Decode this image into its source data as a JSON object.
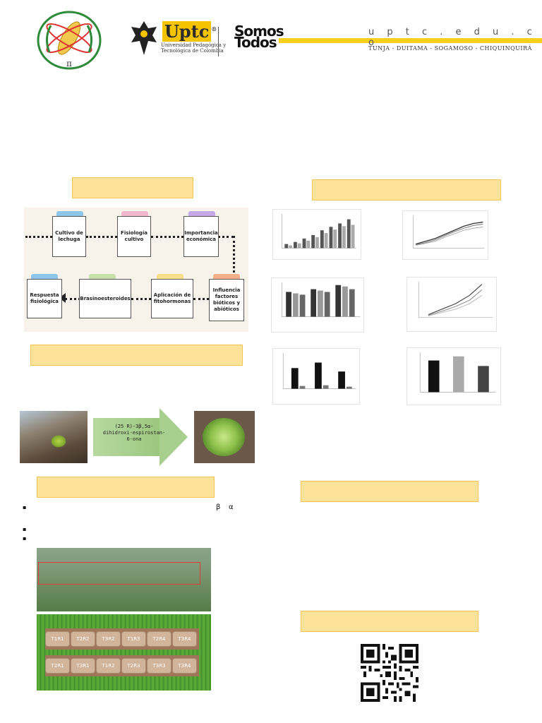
{
  "header": {
    "uptc_name": "Uptc",
    "uptc_registered": "®",
    "uptc_subtitle_line1": "Universidad Pedagógica y",
    "uptc_subtitle_line2": "Tecnológica de Colombia",
    "somos_line1": "Somos",
    "somos_line2": "Todos",
    "website": "u p t c . e d u . c o",
    "cities": "TUNJA - DUITAMA - SOGAMOSO - CHIQUINQUIRÁ"
  },
  "flow": {
    "cards": [
      {
        "label": "Cultivo de lechuga",
        "tab_color": "#8ec6ea"
      },
      {
        "label": "Fisiología cultivo",
        "tab_color": "#f2b6cd"
      },
      {
        "label": "Importancia económica",
        "tab_color": "#c7a8e8"
      },
      {
        "label": "Influencia factores bióticos y abióticos",
        "tab_color": "#f5b08a"
      },
      {
        "label": "Aplicación de fitohormonas",
        "tab_color": "#f7df8c"
      },
      {
        "label": "Brasinoesteroides",
        "tab_color": "#c6e0a6"
      },
      {
        "label": "Respuesta fisiológica",
        "tab_color": "#8ec6ea"
      }
    ]
  },
  "compound": {
    "line1": "(25 R)-3β,5α-",
    "line2": "dihidroxi-espirostan-",
    "line3": "6-ona"
  },
  "methods": {
    "bullets": [
      "▪",
      "▪",
      "▪"
    ],
    "greek_beta": "β",
    "greek_alpha": "α"
  },
  "plots": {
    "row1": [
      "T1R1",
      "T2R2",
      "T3R2",
      "T1R3",
      "T2R4",
      "T3R4"
    ],
    "row2": [
      "T2R1",
      "T3R1",
      "T1R2",
      "T2R3",
      "T3R3",
      "T3R4"
    ]
  },
  "colors": {
    "section_fill": "#fde39a",
    "section_border": "#f2c455",
    "brand_yellow": "#f7cf1c"
  }
}
